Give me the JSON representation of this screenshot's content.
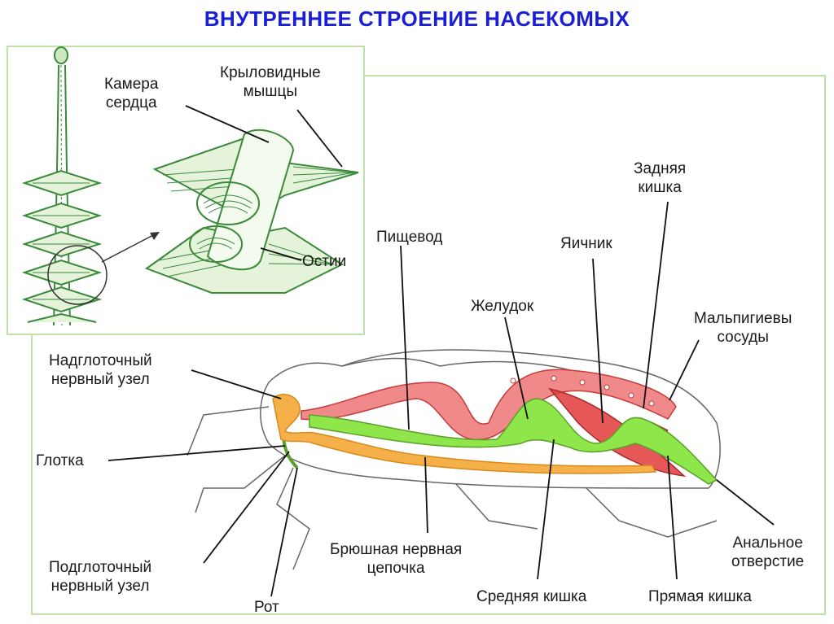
{
  "title": "ВНУТРЕННЕЕ СТРОЕНИЕ НАСЕКОМЫХ",
  "colors": {
    "title": "#1a1fd6",
    "frame": "#bfe0a8",
    "heart": "#3a8a3a",
    "digestive_red": "#e23a3a",
    "midgut_green": "#7be03a",
    "nerve_orange": "#f5a623",
    "outline": "#555555"
  },
  "labels": {
    "chamber_line1": "Камера",
    "chamber_line2": "сердца",
    "wing_muscles_line1": "Крыловидные",
    "wing_muscles_line2": "мышцы",
    "ostia": "Остии",
    "esophagus": "Пищевод",
    "hindgut_line1": "Задняя",
    "hindgut_line2": "кишка",
    "ovary": "Яичник",
    "stomach": "Желудок",
    "malpighian_line1": "Мальпигиевы",
    "malpighian_line2": "сосуды",
    "supraesophageal_line1": "Надглоточный",
    "supraesophageal_line2": "нервный узел",
    "pharynx": "Глотка",
    "subesophageal_line1": "Подглоточный",
    "subesophageal_line2": "нервный узел",
    "mouth": "Рот",
    "ventral_cord_line1": "Брюшная нервная",
    "ventral_cord_line2": "цепочка",
    "midgut": "Средняя кишка",
    "rectum": "Прямая кишка",
    "anus_line1": "Анальное",
    "anus_line2": "отверстие"
  }
}
